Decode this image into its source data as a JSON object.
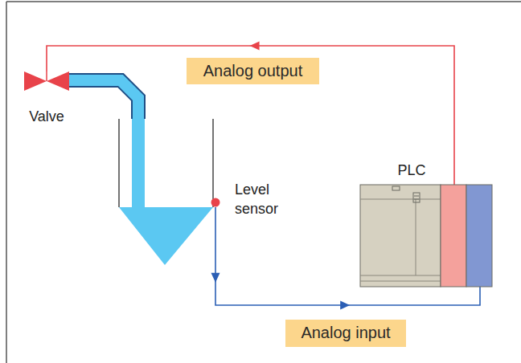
{
  "diagram": {
    "nodes": [
      {
        "text": [
          "Valve"
        ]
      },
      {
        "text": [
          "Level sensor"
        ]
      },
      {
        "text": [
          "PLC"
        ]
      }
    ],
    "edges": [
      {
        "from": 1,
        "to": 2,
        "arrow": "to",
        "label": "Analog input"
      },
      {
        "from": 2,
        "to": 0,
        "arrow": "to",
        "label": "Analog output"
      }
    ]
  }
}
